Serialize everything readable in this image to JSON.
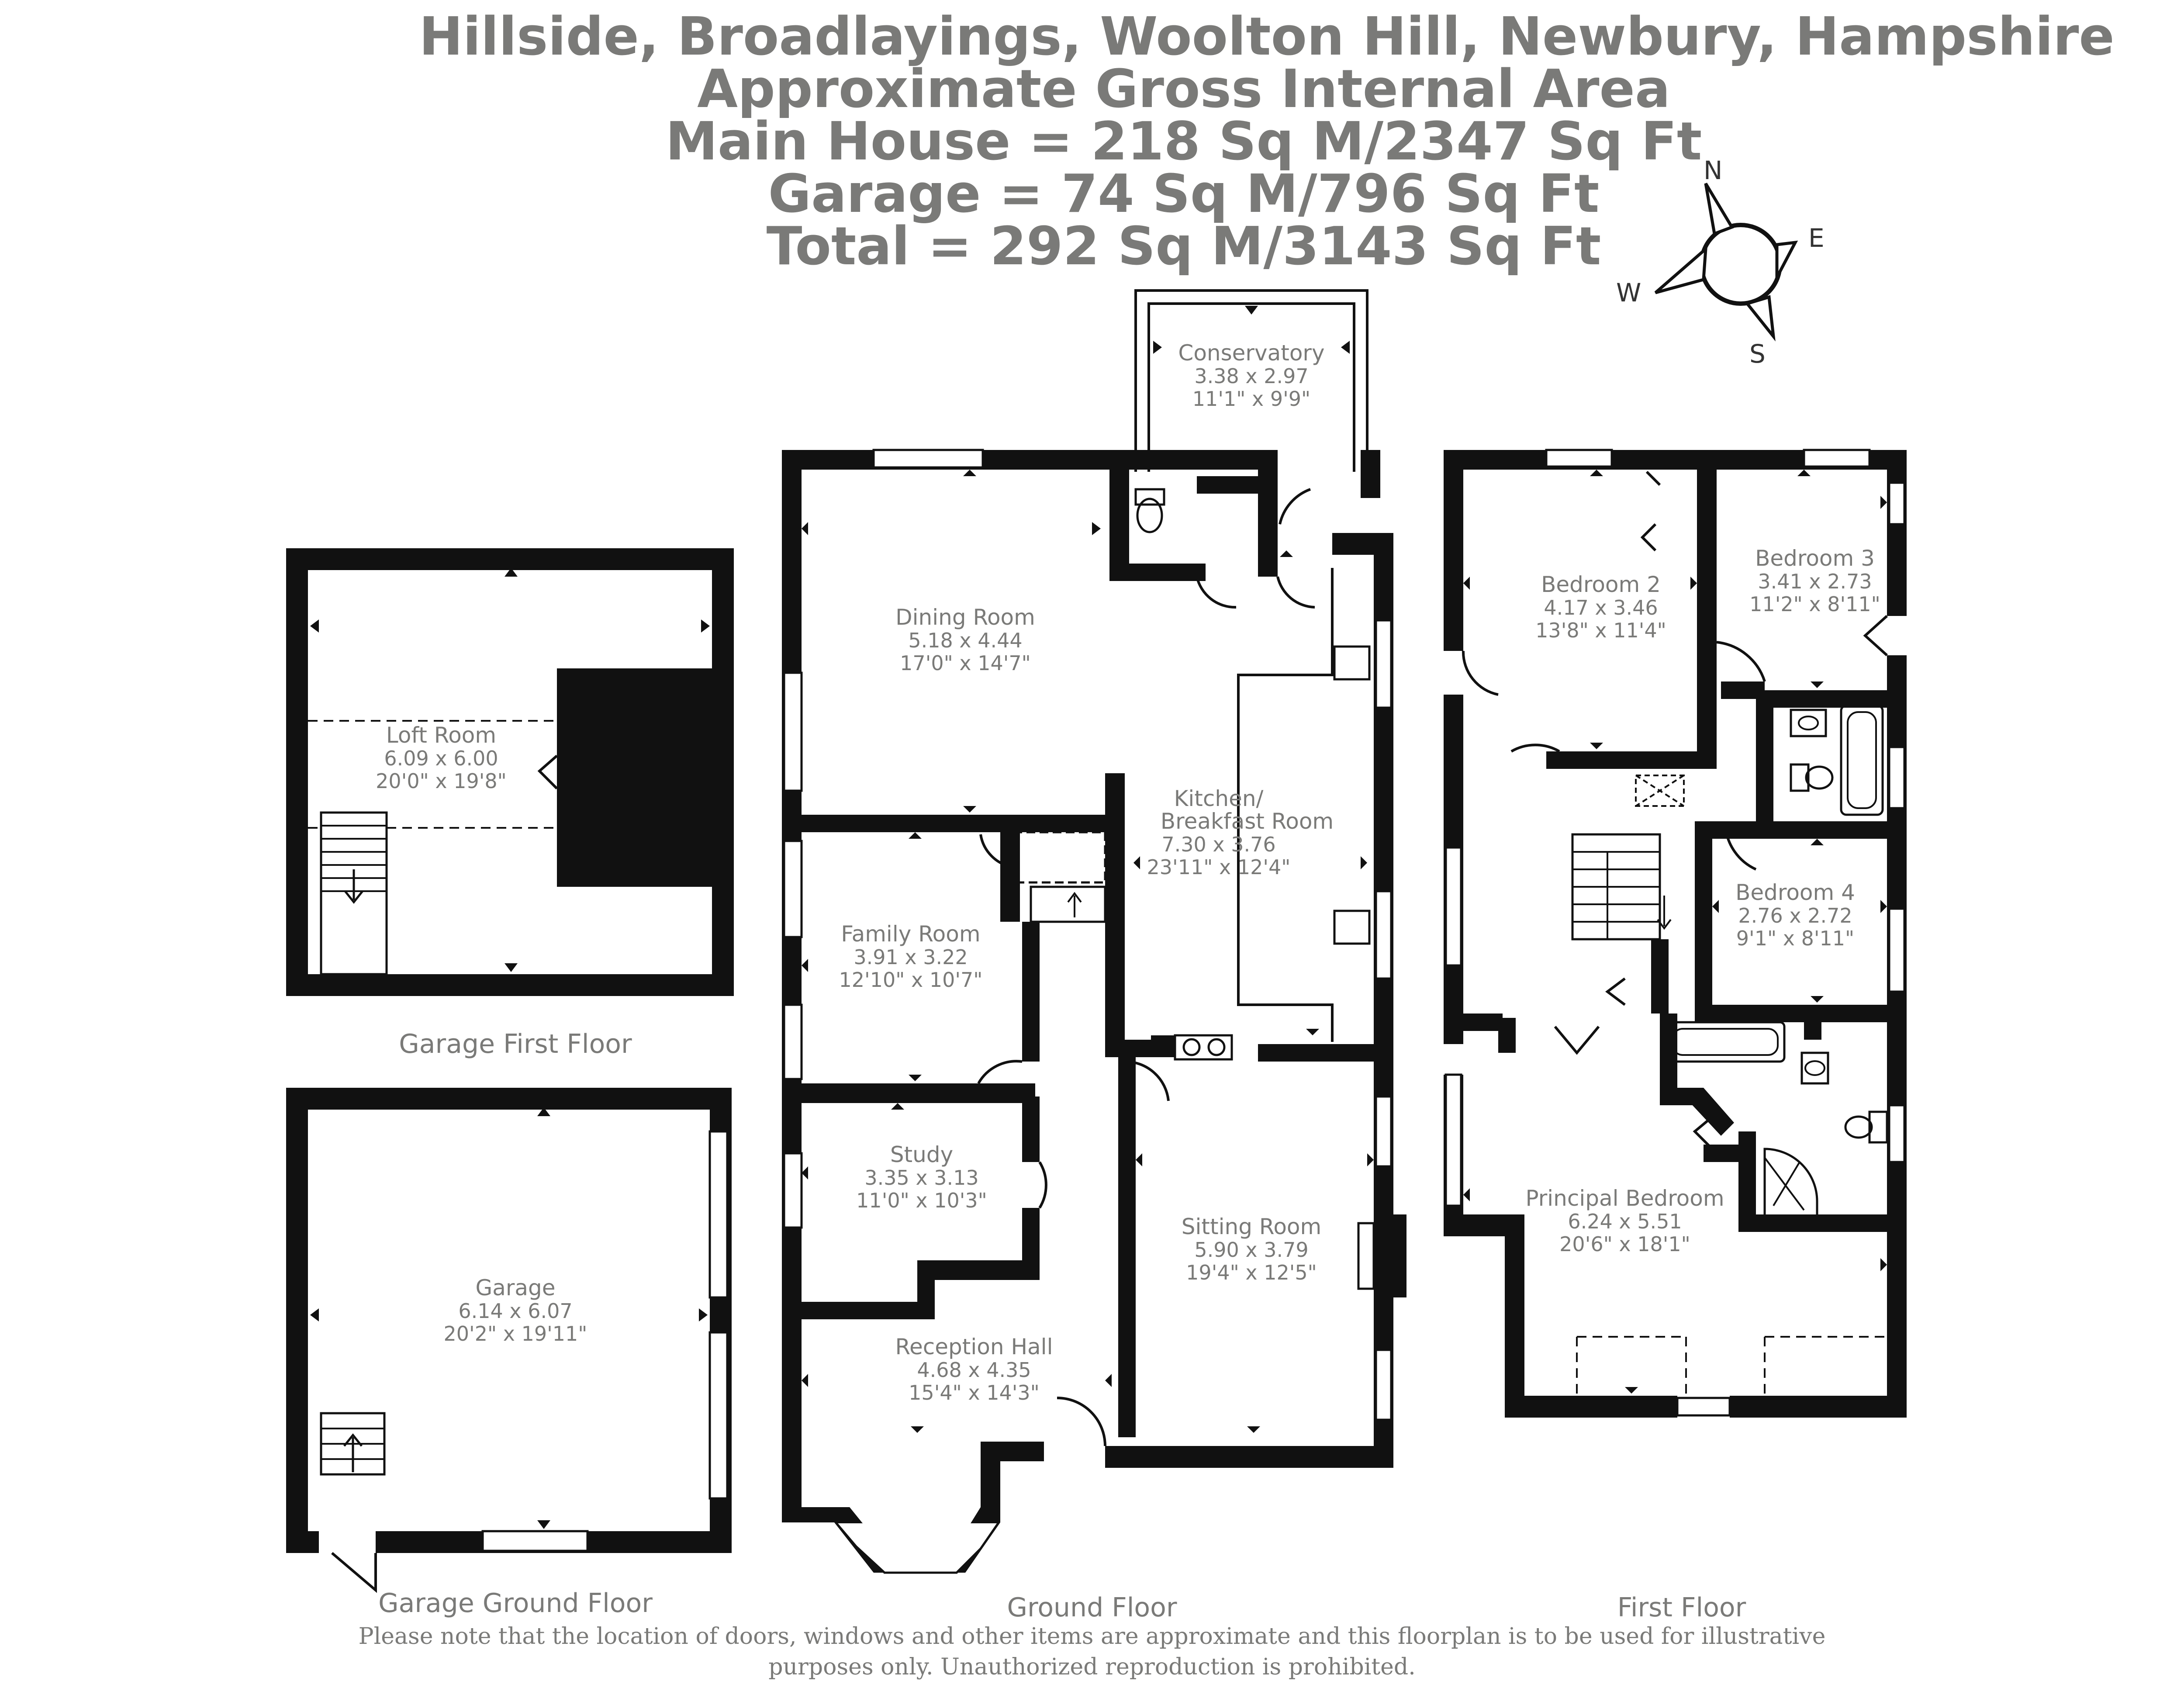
{
  "header": {
    "address": "Hillside, Broadlayings, Woolton Hill, Newbury, Hampshire",
    "area_heading": "Approximate Gross Internal Area",
    "main_house": "Main House = 218 Sq M/2347 Sq Ft",
    "garage": "Garage = 74 Sq M/796 Sq Ft",
    "total": "Total = 292 Sq M/3143 Sq Ft"
  },
  "compass": {
    "n": "N",
    "e": "E",
    "s": "S",
    "w": "W"
  },
  "floors": {
    "garage_first": "Garage First Floor",
    "garage_ground": "Garage Ground Floor",
    "ground": "Ground Floor",
    "first": "First Floor"
  },
  "rooms": {
    "loft": {
      "name": "Loft Room",
      "metric": "6.09 x 6.00",
      "imperial": "20'0\" x 19'8\""
    },
    "garage": {
      "name": "Garage",
      "metric": "6.14 x 6.07",
      "imperial": "20'2\" x 19'11\""
    },
    "conservatory": {
      "name": "Conservatory",
      "metric": "3.38 x 2.97",
      "imperial": "11'1\" x 9'9\""
    },
    "dining": {
      "name": "Dining Room",
      "metric": "5.18 x 4.44",
      "imperial": "17'0\" x 14'7\""
    },
    "kitchen": {
      "name1": "Kitchen/",
      "name2": "Breakfast Room",
      "metric": "7.30 x 3.76",
      "imperial": "23'11\" x 12'4\""
    },
    "family": {
      "name": "Family Room",
      "metric": "3.91 x 3.22",
      "imperial": "12'10\" x 10'7\""
    },
    "study": {
      "name": "Study",
      "metric": "3.35 x 3.13",
      "imperial": "11'0\" x 10'3\""
    },
    "sitting": {
      "name": "Sitting Room",
      "metric": "5.90 x 3.79",
      "imperial": "19'4\" x 12'5\""
    },
    "reception": {
      "name": "Reception Hall",
      "metric": "4.68 x 4.35",
      "imperial": "15'4\" x 14'3\""
    },
    "bed2": {
      "name": "Bedroom 2",
      "metric": "4.17 x 3.46",
      "imperial": "13'8\" x 11'4\""
    },
    "bed3": {
      "name": "Bedroom 3",
      "metric": "3.41 x 2.73",
      "imperial": "11'2\" x 8'11\""
    },
    "bed4": {
      "name": "Bedroom 4",
      "metric": "2.76 x 2.72",
      "imperial": "9'1\" x 8'11\""
    },
    "principal": {
      "name": "Principal Bedroom",
      "metric": "6.24 x 5.51",
      "imperial": "20'6\" x 18'1\""
    }
  },
  "disclaimer": {
    "line1": "Please note that the location of doors, windows and other items are approximate and this floorplan is to be used for illustrative",
    "line2": "purposes only. Unauthorized reproduction is prohibited."
  }
}
